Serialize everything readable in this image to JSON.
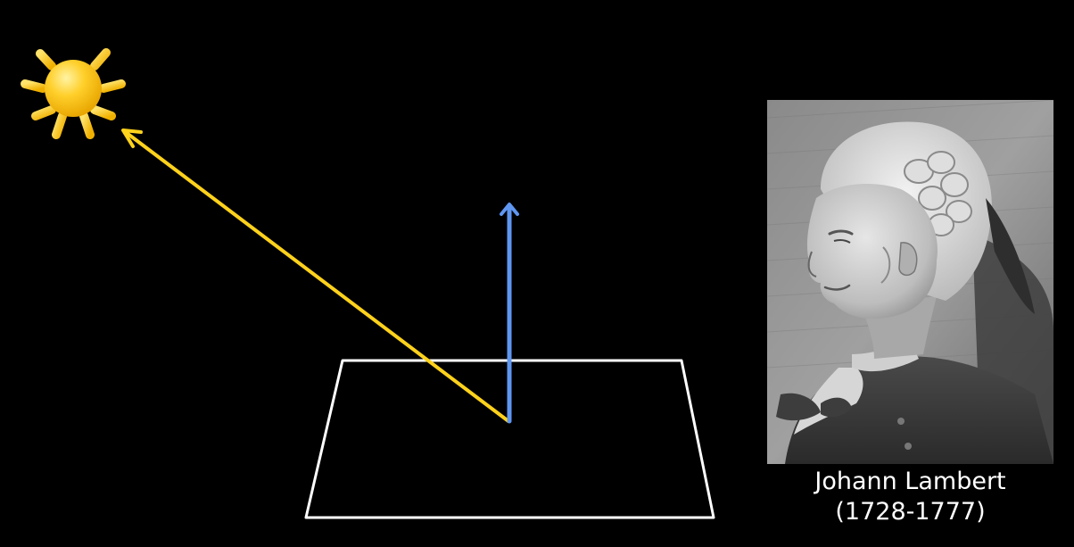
{
  "portrait_caption": {
    "name": "Johann Lambert",
    "years": "(1728-1777)"
  },
  "colors": {
    "background": "#000000",
    "light_ray": "#ffd21c",
    "surface_normal": "#5f96f0",
    "surface_outline": "#ffffff",
    "sun_body": "#ffc61a",
    "sun_highlight": "#fff3a3",
    "caption_text": "#ffffff"
  },
  "icons": {
    "light_source": "sun-icon",
    "portrait": "lambert-portrait-engraving"
  }
}
